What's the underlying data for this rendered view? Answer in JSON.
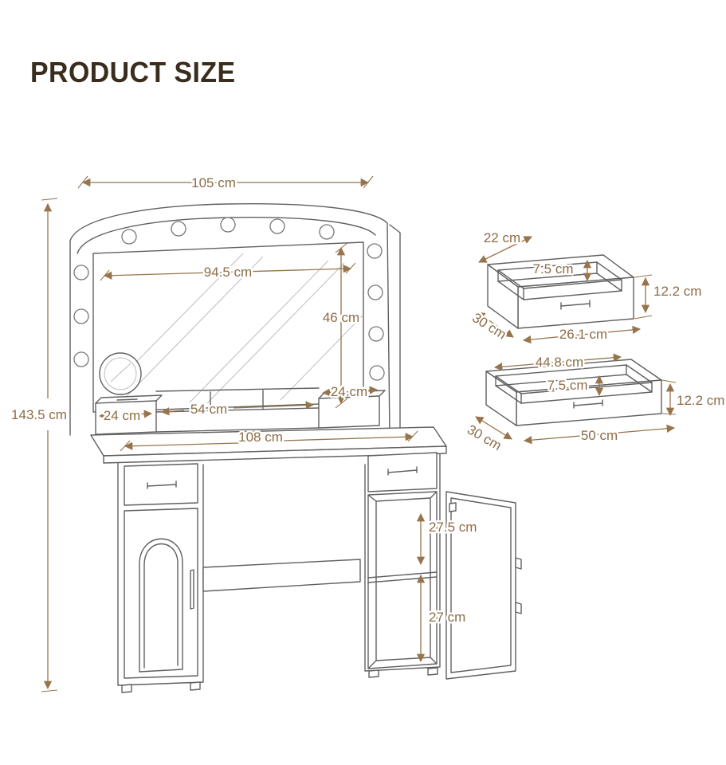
{
  "page": {
    "title": "PRODUCT SIZE"
  },
  "colors": {
    "dimension_accent": "#8d6c46",
    "outline": "#606060",
    "title": "#3a2d1e"
  },
  "diagram": {
    "vanity": {
      "top_width": "105 cm",
      "mirror_width": "94.5 cm",
      "mirror_height": "46 cm",
      "overall_height": "143.5 cm",
      "left_tray_width": "24 cm",
      "center_tray_width": "54 cm",
      "right_tray_width": "24 cm",
      "desktop_width": "108 cm",
      "upper_shelf_height": "27.5 cm",
      "lower_shelf_height": "27 cm"
    },
    "small_drawer": {
      "width": "22 cm",
      "inner_depth": "7.5 cm",
      "height": "12.2 cm",
      "side_depth": "30 cm",
      "front_length": "26.1 cm"
    },
    "large_drawer": {
      "top_length": "44.8 cm",
      "inner_depth": "7.5 cm",
      "height": "12.2 cm",
      "side_depth": "30 cm",
      "front_length": "50 cm"
    }
  }
}
